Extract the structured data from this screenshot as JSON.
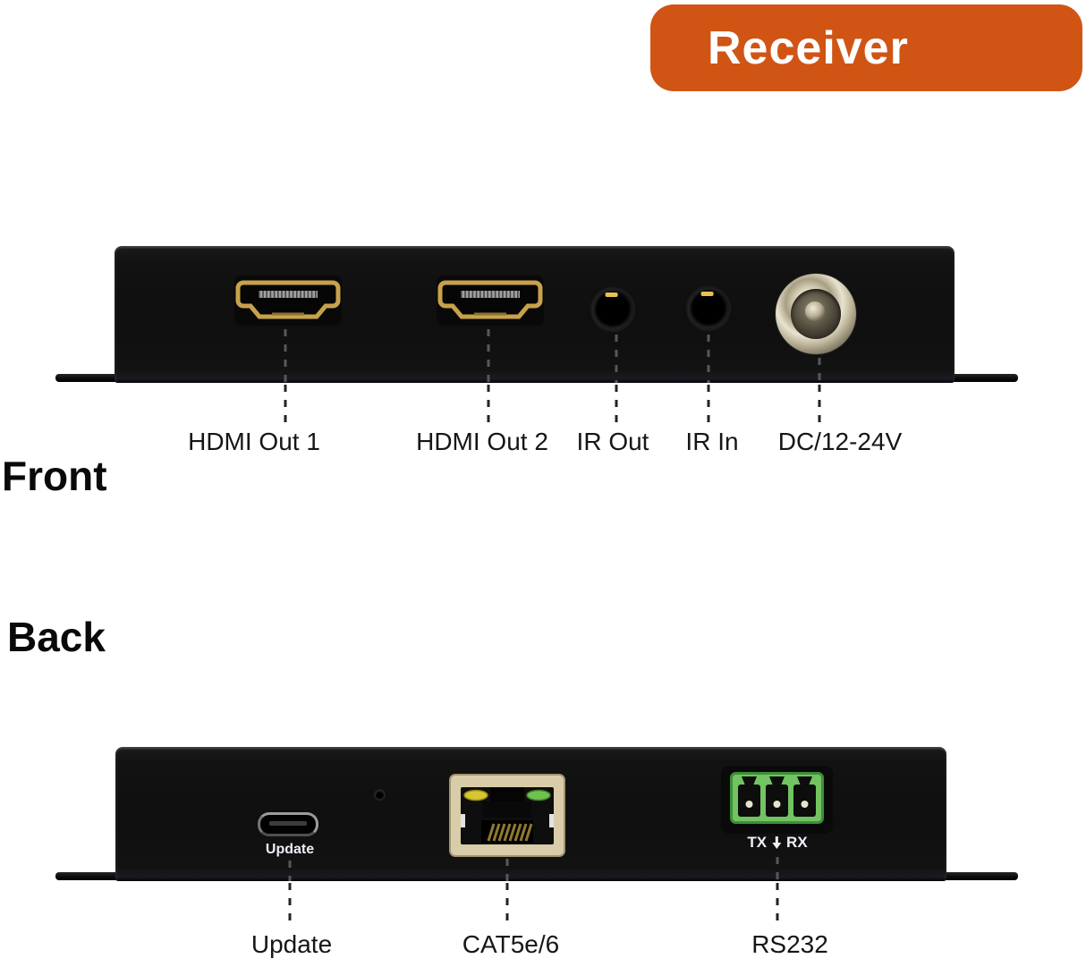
{
  "badge": {
    "label": "Receiver"
  },
  "front_view": {
    "heading": "Front",
    "ports": [
      {
        "name": "hdmi-out-1",
        "label": "HDMI Out 1",
        "type": "hdmi"
      },
      {
        "name": "hdmi-out-2",
        "label": "HDMI Out 2",
        "type": "hdmi"
      },
      {
        "name": "ir-out",
        "label": "IR Out",
        "type": "3.5mm-jack"
      },
      {
        "name": "ir-in",
        "label": "IR In",
        "type": "3.5mm-jack"
      },
      {
        "name": "dc-power",
        "label": "DC/12-24V",
        "type": "dc-barrel-jack"
      }
    ]
  },
  "back_view": {
    "heading": "Back",
    "panel_print": {
      "update": "Update",
      "tx": "TX",
      "rx": "RX"
    },
    "ports": [
      {
        "name": "update-usb",
        "label": "Update",
        "type": "micro-usb"
      },
      {
        "name": "ethernet",
        "label": "CAT5e/6",
        "type": "rj45"
      },
      {
        "name": "serial",
        "label": "RS232",
        "type": "3-pin-terminal-block"
      }
    ]
  },
  "colors": {
    "badge_bg": "#d05515",
    "badge_text": "#ffffff",
    "device_body": "#101010",
    "hdmi_gold": "#c8a24b",
    "rj45_beige": "#d9cda9",
    "terminal_green": "#72c361",
    "led_yellow": "#d6c72e",
    "led_green": "#70c24e",
    "label_text": "#161616"
  }
}
